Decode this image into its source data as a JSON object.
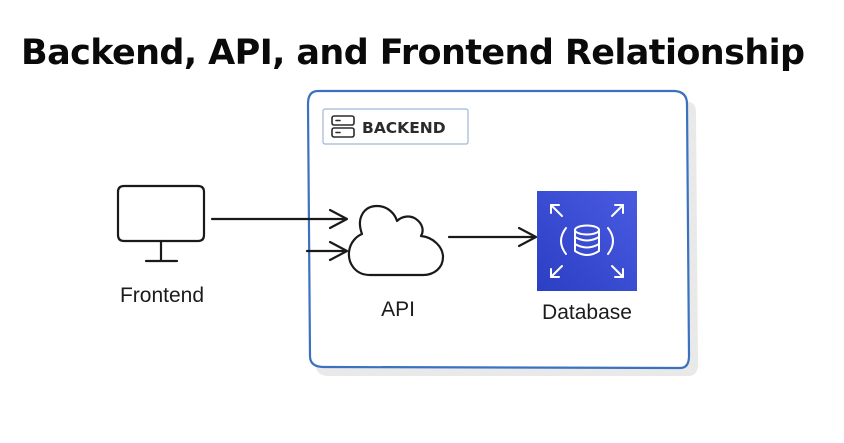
{
  "title": "Backend, API, and Frontend Relationship",
  "backend_group": {
    "label": "BACKEND",
    "icon": "server-icon",
    "border_color": "#3a72c0"
  },
  "nodes": {
    "frontend": {
      "label": "Frontend",
      "icon": "monitor-icon"
    },
    "api": {
      "label": "API",
      "icon": "cloud-icon"
    },
    "database": {
      "label": "Database",
      "icon": "database-icon",
      "color": "#3347c8"
    }
  },
  "edges": [
    {
      "from": "frontend",
      "to": "api"
    },
    {
      "from": "backend-group",
      "to": "api"
    },
    {
      "from": "api",
      "to": "database"
    }
  ]
}
